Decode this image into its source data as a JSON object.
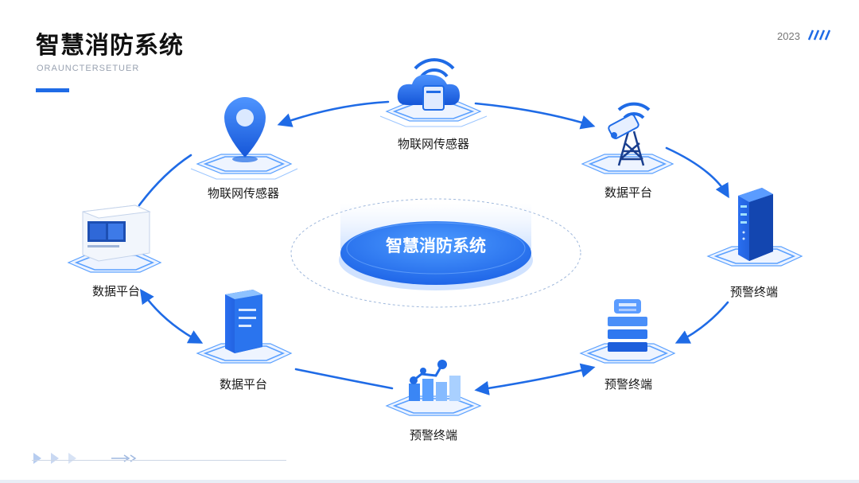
{
  "header": {
    "title": "智慧消防系统",
    "subtitle": "ORAUNCTERSETUER",
    "year": "2023"
  },
  "center": {
    "label": "智慧消防系统"
  },
  "nodes": [
    {
      "label": "物联网传感器",
      "icon": "cloud-wifi-icon"
    },
    {
      "label": "数据平台",
      "icon": "signal-tower-icon"
    },
    {
      "label": "预警终端",
      "icon": "server-icon"
    },
    {
      "label": "预警终端",
      "icon": "stacked-layers-icon"
    },
    {
      "label": "预警终端",
      "icon": "bar-chart-icon"
    },
    {
      "label": "数据平台",
      "icon": "document-icon"
    },
    {
      "label": "数据平台",
      "icon": "monitor-device-icon"
    },
    {
      "label": "物联网传感器",
      "icon": "map-pin-icon"
    }
  ],
  "colors": {
    "accent": "#1f6be6",
    "light": "#5aa0ff",
    "pale": "#e6f0ff"
  }
}
